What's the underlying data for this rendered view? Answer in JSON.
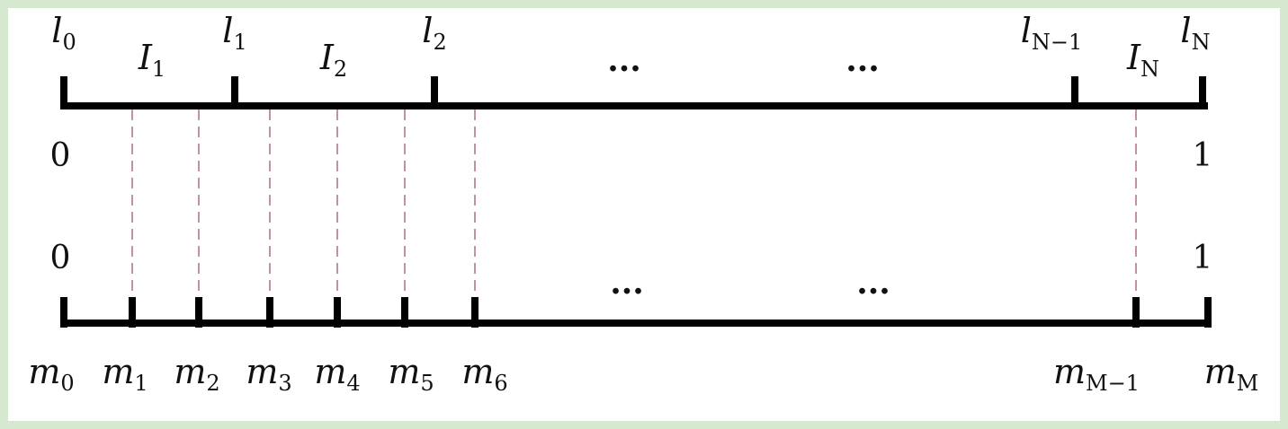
{
  "top_axis": {
    "left_value": "0",
    "right_value": "1",
    "boundaries": [
      {
        "base": "l",
        "sub": "0"
      },
      {
        "base": "l",
        "sub": "1"
      },
      {
        "base": "l",
        "sub": "2"
      },
      {
        "base": "l",
        "sub": "N−1"
      },
      {
        "base": "l",
        "sub": "N"
      }
    ],
    "intervals": [
      {
        "base": "I",
        "sub": "1"
      },
      {
        "base": "I",
        "sub": "2"
      },
      {
        "base": "I",
        "sub": "N"
      }
    ],
    "ellipsis": [
      "···",
      "···"
    ]
  },
  "bottom_axis": {
    "left_value": "0",
    "right_value": "1",
    "marks": [
      {
        "base": "m",
        "sub": "0"
      },
      {
        "base": "m",
        "sub": "1"
      },
      {
        "base": "m",
        "sub": "2"
      },
      {
        "base": "m",
        "sub": "3"
      },
      {
        "base": "m",
        "sub": "4"
      },
      {
        "base": "m",
        "sub": "5"
      },
      {
        "base": "m",
        "sub": "6"
      },
      {
        "base": "m",
        "sub": "M−1"
      },
      {
        "base": "m",
        "sub": "M"
      }
    ],
    "ellipsis": [
      "···",
      "···"
    ]
  },
  "colors": {
    "axis": "#000000",
    "dashed_link": "#b07a82",
    "border": "#d7e8d0"
  }
}
